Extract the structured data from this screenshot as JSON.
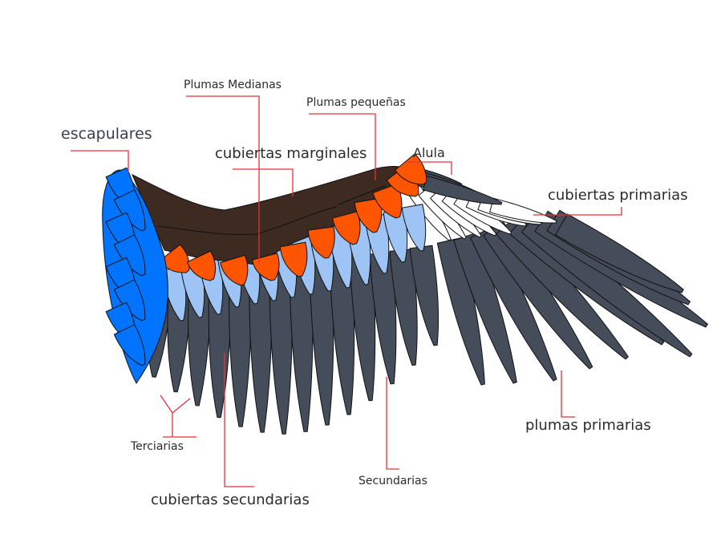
{
  "title": "Anatomía del ala",
  "labels": {
    "escapulares": "escapulares",
    "plumas_medianas": "Plumas Medianas",
    "plumas_pequenas": "Plumas pequeñas",
    "cubiertas_marginales": "cubiertas marginales",
    "alula": "Alula",
    "cubiertas_primarias": "cubiertas primarias",
    "plumas_primarias": "plumas primarias",
    "secundarias": "Secundarias",
    "cubiertas_secundarias": "cubiertas secundarias",
    "terciarias": "Terciarias"
  },
  "colors": {
    "escapulares": "#0073ff",
    "marginales": "#3d2a20",
    "medianas": "#ff5500",
    "cubiertas_secundarias": "#9ec3f5",
    "cubiertas_primarias": "#ffffff",
    "remiges": "#454c5a",
    "leader": "#e8313a"
  }
}
